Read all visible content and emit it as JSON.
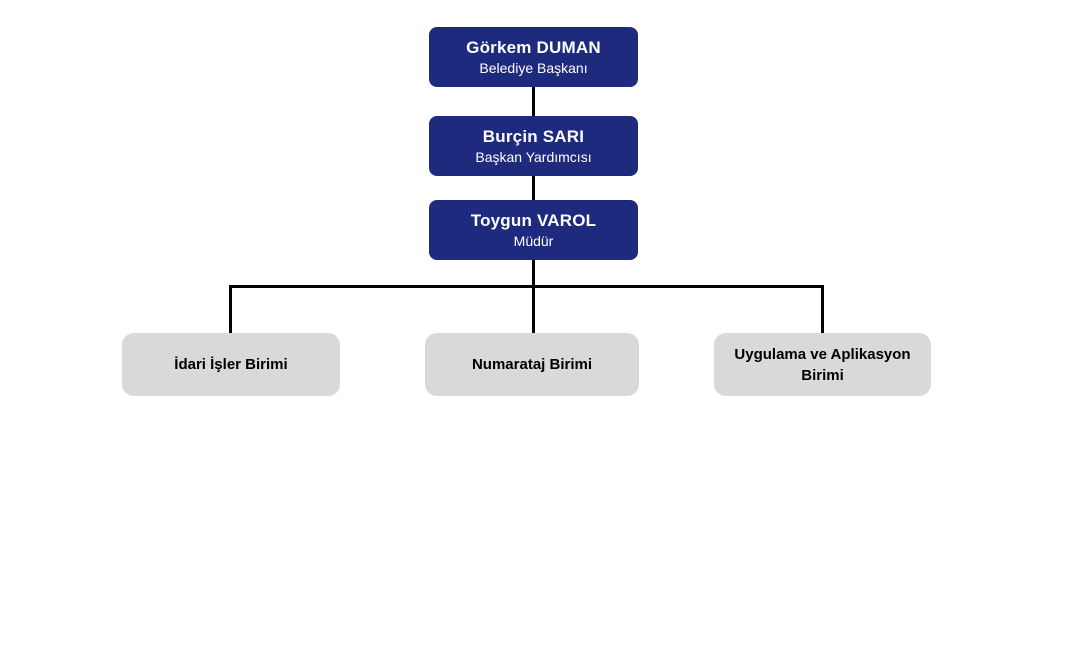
{
  "org_chart": {
    "management_chain": [
      {
        "name": "Görkem DUMAN",
        "title": "Belediye Başkanı"
      },
      {
        "name": "Burçin SARI",
        "title": "Başkan Yardımcısı"
      },
      {
        "name": "Toygun VAROL",
        "title": "Müdür"
      }
    ],
    "units": [
      {
        "label": "İdari İşler Birimi"
      },
      {
        "label": "Numarataj Birimi"
      },
      {
        "label": "Uygulama ve Aplikasyon Birimi"
      }
    ],
    "colors": {
      "primary_box": "#1e2a7d",
      "primary_text": "#ffffff",
      "unit_box": "#d9d9d9",
      "unit_text": "#000000",
      "connector": "#000000",
      "background": "#ffffff"
    }
  }
}
